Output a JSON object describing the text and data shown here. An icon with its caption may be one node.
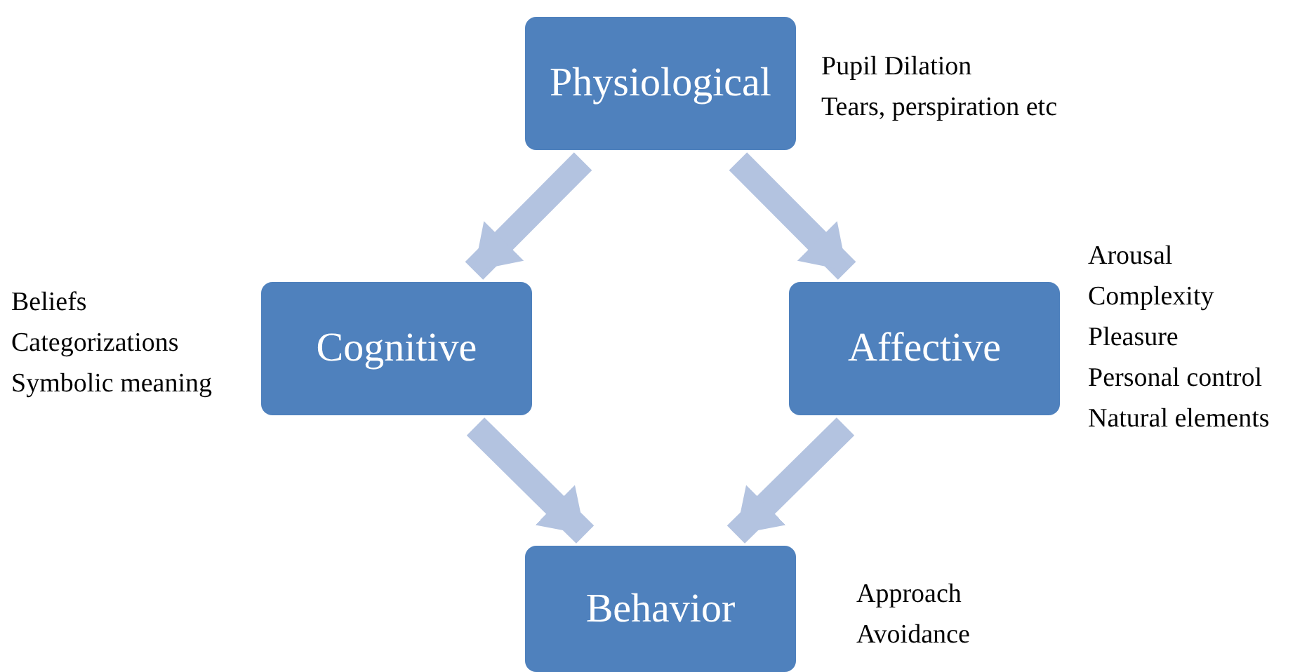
{
  "diagram": {
    "nodes": [
      {
        "text": [
          "Physiological"
        ],
        "beside": [
          "Pupil Dilation",
          "Tears, perspiration etc"
        ]
      },
      {
        "text": [
          "Cognitive"
        ],
        "beside": [
          "Beliefs",
          "Categorizations",
          "Symbolic meaning"
        ]
      },
      {
        "text": [
          "Affective"
        ],
        "beside": [
          "Arousal",
          "Complexity",
          "Pleasure",
          "Personal control",
          "Natural elements"
        ]
      },
      {
        "text": [
          "Behavior"
        ],
        "beside": [
          "Approach",
          "Avoidance"
        ]
      }
    ],
    "edges": [
      {
        "from": 0,
        "to": 1,
        "arrow": "to"
      },
      {
        "from": 0,
        "to": 2,
        "arrow": "to"
      },
      {
        "from": 1,
        "to": 3,
        "arrow": "to"
      },
      {
        "from": 2,
        "to": 3,
        "arrow": "to"
      }
    ]
  }
}
